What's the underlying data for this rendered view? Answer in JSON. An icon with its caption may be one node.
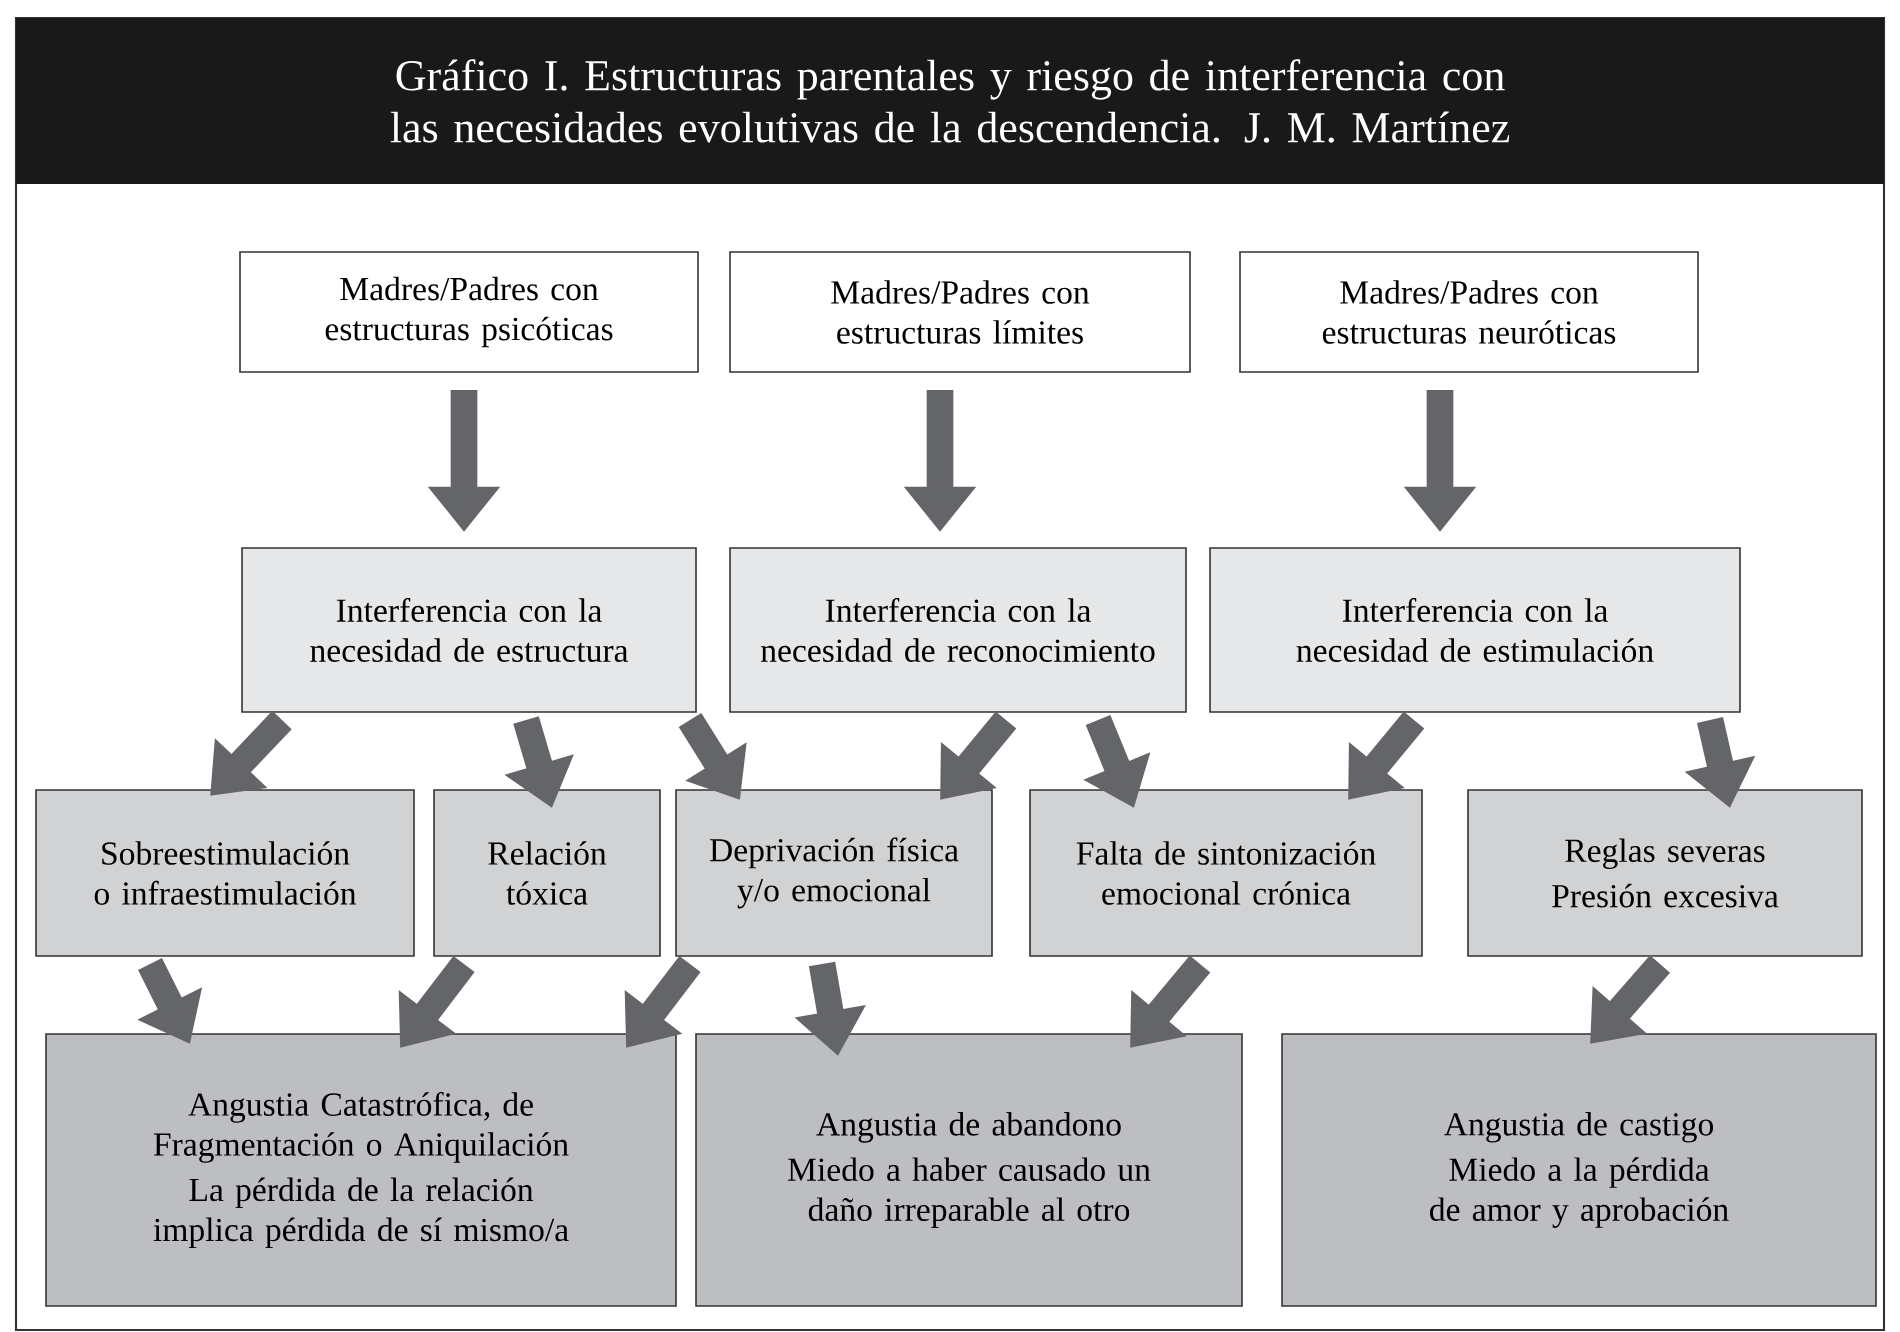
{
  "diagram": {
    "title": "Gráfico I. Estructuras parentales y riesgo de interferencia con las necesidades evolutivas de la descendencia. J. M. Martínez",
    "nodes": [
      {
        "text": [
          "Madres/Padres con estructuras psicóticas"
        ]
      },
      {
        "text": [
          "Madres/Padres con estructuras límites"
        ]
      },
      {
        "text": [
          "Madres/Padres con estructuras neuróticas"
        ]
      },
      {
        "text": [
          "Interferencia con la necesidad de estructura"
        ]
      },
      {
        "text": [
          "Interferencia con la necesidad de reconocimiento"
        ]
      },
      {
        "text": [
          "Interferencia con la necesidad de estimulación"
        ]
      },
      {
        "text": [
          "Sobreestimulación o infraestimulación"
        ]
      },
      {
        "text": [
          "Relación tóxica"
        ]
      },
      {
        "text": [
          "Deprivación física y/o emocional"
        ]
      },
      {
        "text": [
          "Falta de sintonización emocional crónica"
        ]
      },
      {
        "text": [
          "Reglas severas",
          "Presión excesiva"
        ]
      },
      {
        "text": [
          "Angustia Catastrófica, de Fragmentación o Aniquilación",
          "La pérdida de la relación implica pérdida de sí mismo/a"
        ]
      },
      {
        "text": [
          "Angustia de abandono",
          "Miedo a haber causado un daño irreparable al otro"
        ]
      },
      {
        "text": [
          "Angustia de castigo",
          "Miedo a la pérdida de amor y aprobación"
        ]
      }
    ],
    "edges": [
      {
        "from": 0,
        "to": 3,
        "arrow": "to"
      },
      {
        "from": 1,
        "to": 4,
        "arrow": "to"
      },
      {
        "from": 2,
        "to": 5,
        "arrow": "to"
      },
      {
        "from": 3,
        "to": 6,
        "arrow": "to"
      },
      {
        "from": 3,
        "to": 7,
        "arrow": "to"
      },
      {
        "from": 3,
        "to": 8,
        "arrow": "to"
      },
      {
        "from": 4,
        "to": 8,
        "arrow": "to"
      },
      {
        "from": 4,
        "to": 9,
        "arrow": "to"
      },
      {
        "from": 5,
        "to": 9,
        "arrow": "to"
      },
      {
        "from": 5,
        "to": 10,
        "arrow": "to"
      },
      {
        "from": 6,
        "to": 11,
        "arrow": "to"
      },
      {
        "from": 7,
        "to": 11,
        "arrow": "to"
      },
      {
        "from": 8,
        "to": 11,
        "arrow": "to"
      },
      {
        "from": 8,
        "to": 12,
        "arrow": "to"
      },
      {
        "from": 9,
        "to": 12,
        "arrow": "to"
      },
      {
        "from": 10,
        "to": 13,
        "arrow": "to"
      }
    ]
  }
}
